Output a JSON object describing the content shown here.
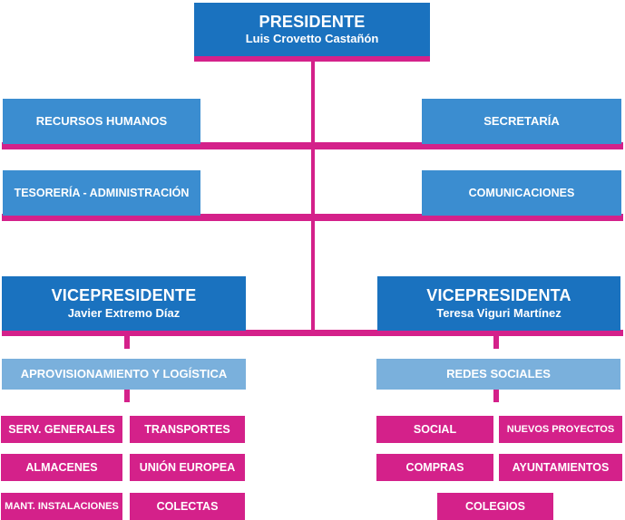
{
  "president": {
    "title": "PRESIDENTE",
    "name": "Luis Crovetto Castañón"
  },
  "staff": {
    "rrhh": "RECURSOS HUMANOS",
    "secretaria": "SECRETARÍA",
    "tesoreria": "TESORERÍA - ADMINISTRACIÓN",
    "comunicaciones": "COMUNICACIONES"
  },
  "vp_left": {
    "title": "VICEPRESIDENTE",
    "name": "Javier Extremo Díaz",
    "department": "APROVISIONAMIENTO Y LOGÍSTICA",
    "units": [
      "SERV. GENERALES",
      "TRANSPORTES",
      "ALMACENES",
      "UNIÓN EUROPEA",
      "MANT. INSTALACIONES",
      "COLECTAS"
    ]
  },
  "vp_right": {
    "title": "VICEPRESIDENTA",
    "name": "Teresa Viguri Martínez",
    "department": "REDES SOCIALES",
    "units": [
      "SOCIAL",
      "NUEVOS PROYECTOS",
      "COMPRAS",
      "AYUNTAMIENTOS",
      "COLEGIOS"
    ]
  },
  "colors": {
    "dark_blue": "#1a72bf",
    "mid_blue": "#3b8dd0",
    "light_blue": "#7ab0dc",
    "magenta": "#d4218a"
  }
}
